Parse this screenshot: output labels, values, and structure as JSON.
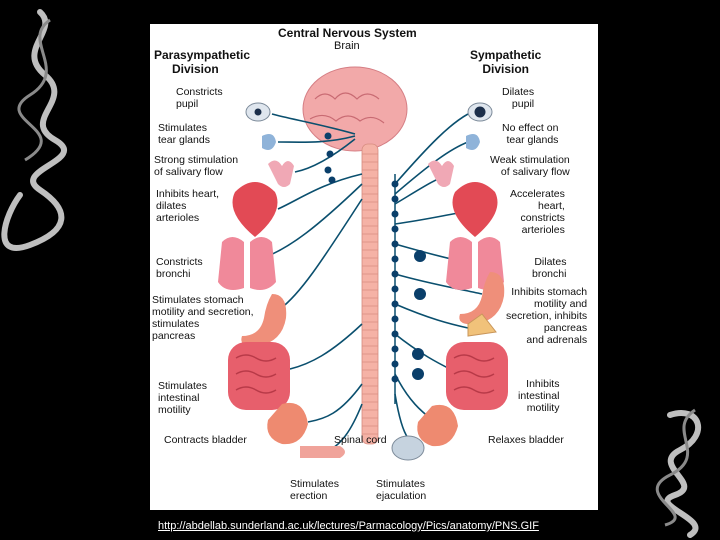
{
  "title": "Central Nervous System",
  "brain_label": "Brain",
  "parasympathetic_header": [
    "Parasympathetic",
    "Division"
  ],
  "sympathetic_header": [
    "Sympathetic",
    "Division"
  ],
  "left_labels": [
    [
      "Constricts",
      "pupil"
    ],
    [
      "Stimulates",
      "tear glands"
    ],
    [
      "Strong stimulation",
      "of salivary flow"
    ],
    [
      "Inhibits heart,",
      "dilates",
      "arterioles"
    ],
    [
      "Constricts",
      "bronchi"
    ],
    [
      "Stimulates stomach",
      "motility and secretion,",
      "stimulates",
      "pancreas"
    ],
    [
      "Stimulates",
      "intestinal",
      "motility"
    ],
    [
      "Contracts bladder"
    ]
  ],
  "right_labels": [
    [
      "Dilates",
      "pupil"
    ],
    [
      "No effect on",
      "tear glands"
    ],
    [
      "Weak stimulation",
      "of salivary flow"
    ],
    [
      "Accelerates",
      "heart,",
      "constricts",
      "arterioles"
    ],
    [
      "Dilates",
      "bronchi"
    ],
    [
      "Inhibits stomach",
      "motility and",
      "secretion, inhibits",
      "pancreas",
      "and adrenals"
    ],
    [
      "Inhibits",
      "intestinal",
      "motility"
    ],
    [
      "Relaxes bladder"
    ]
  ],
  "spinal_cord_label": "Spinal cord",
  "erection_label": [
    "Stimulates",
    "erection"
  ],
  "ejaculation_label": [
    "Stimulates",
    "ejaculation"
  ],
  "source_url": "http://abdellab.sunderland.ac.uk/lectures/Parmacology/Pics/anatomy/PNS.GIF",
  "colors": {
    "nerve": "#0a4f6e",
    "ganglion": "#0a3f6a",
    "brain": "#f2a9a9",
    "organ": "#e8566a",
    "background": "#000000"
  }
}
